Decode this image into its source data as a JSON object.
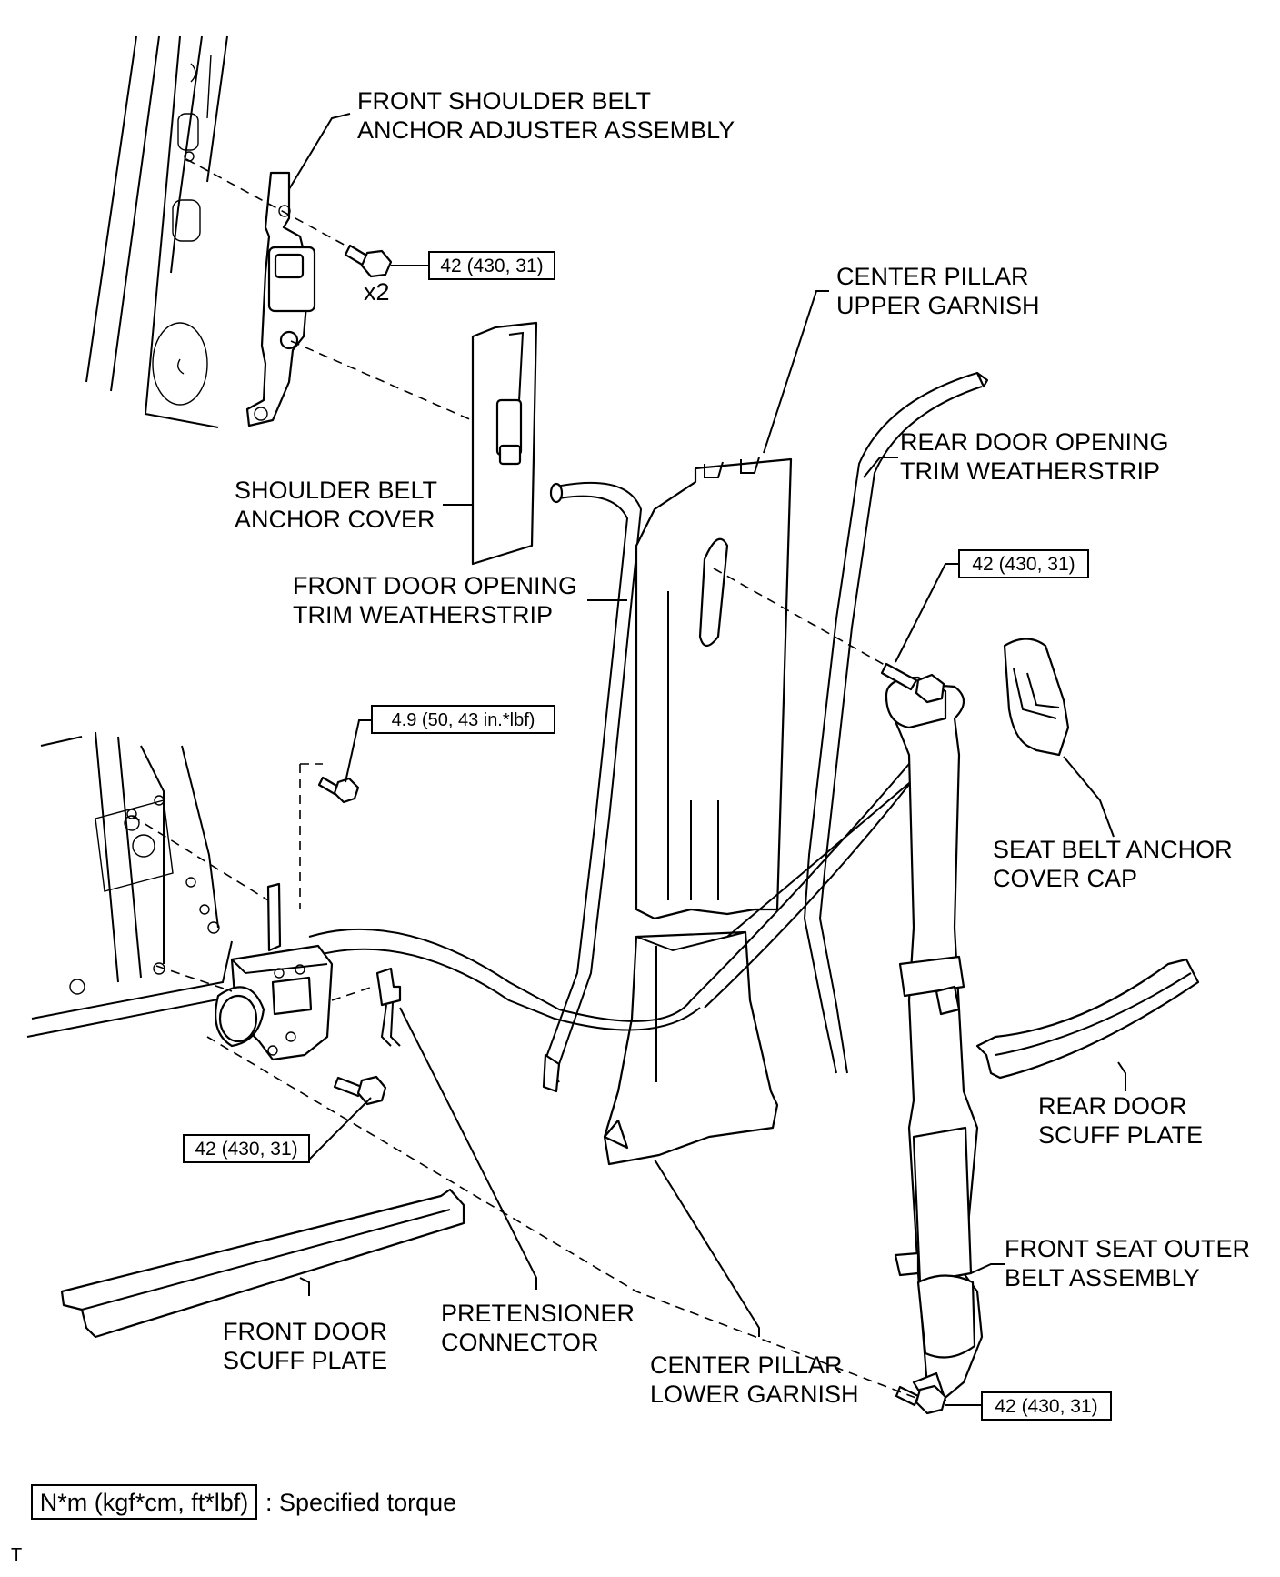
{
  "labels": {
    "front_shoulder_belt_anchor_adjuster": [
      "FRONT SHOULDER BELT",
      "ANCHOR ADJUSTER ASSEMBLY"
    ],
    "center_pillar_upper_garnish": [
      "CENTER PILLAR",
      "UPPER GARNISH"
    ],
    "rear_door_opening_trim_weatherstrip": [
      "REAR DOOR OPENING",
      "TRIM WEATHERSTRIP"
    ],
    "shoulder_belt_anchor_cover": [
      "SHOULDER BELT",
      "ANCHOR COVER"
    ],
    "front_door_opening_trim_weatherstrip": [
      "FRONT DOOR OPENING",
      "TRIM WEATHERSTRIP"
    ],
    "seat_belt_anchor_cover_cap": [
      "SEAT BELT ANCHOR",
      "COVER CAP"
    ],
    "rear_door_scuff_plate": [
      "REAR DOOR",
      "SCUFF PLATE"
    ],
    "front_seat_outer_belt": [
      "FRONT SEAT OUTER",
      "BELT ASSEMBLY"
    ],
    "pretensioner_connector": [
      "PRETENSIONER",
      "CONNECTOR"
    ],
    "front_door_scuff_plate": [
      "FRONT DOOR",
      "SCUFF PLATE"
    ],
    "center_pillar_lower_garnish": [
      "CENTER PILLAR",
      "LOWER GARNISH"
    ]
  },
  "torques": {
    "adjuster_bolt": "42 (430, 31)",
    "adjuster_qty": "x2",
    "upper_anchor_bolt": "42 (430, 31)",
    "retractor_top_bolt": "4.9 (50, 43 in.*lbf)",
    "retractor_bolt": "42 (430, 31)",
    "lower_anchor_bolt": "42 (430, 31)"
  },
  "legend": {
    "unit_box": "N*m (kgf*cm, ft*lbf)",
    "description": ": Specified torque"
  },
  "footer_mark": "T"
}
